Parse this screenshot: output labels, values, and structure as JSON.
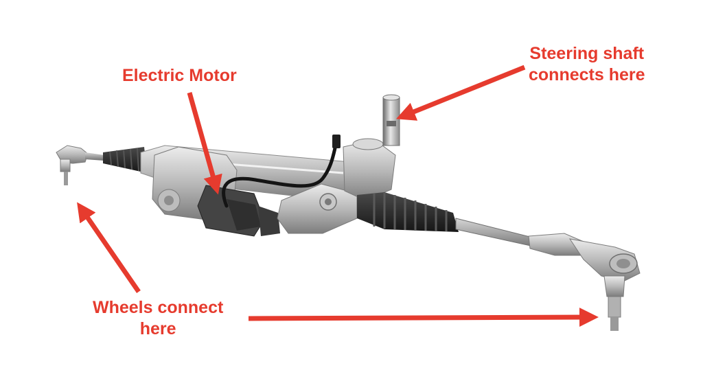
{
  "colors": {
    "annotation": "#e63b2e",
    "metal_light": "#d8d8d8",
    "metal_mid": "#a9a9a9",
    "metal_dark": "#6a6a6a",
    "rubber": "#2a2a2a",
    "background": "#ffffff"
  },
  "labels": {
    "electric_motor": "Electric Motor",
    "steering_shaft_line1": "Steering shaft",
    "steering_shaft_line2": "connects here",
    "wheels_line1": "Wheels connect",
    "wheels_line2": "here"
  }
}
